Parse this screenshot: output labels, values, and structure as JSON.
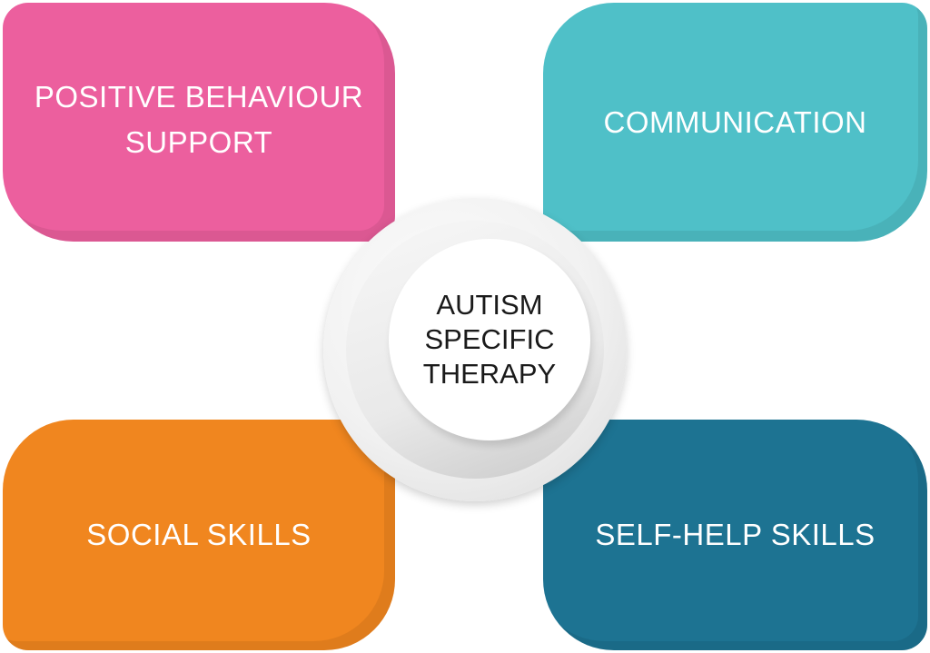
{
  "diagram": {
    "center": {
      "lines": [
        "AUTISM",
        "SPECIFIC",
        "THERAPY"
      ]
    },
    "cards": [
      {
        "id": "positive-behaviour-support",
        "lines": [
          "POSITIVE BEHAVIOUR",
          "SUPPORT"
        ],
        "color": "#EC5F9E"
      },
      {
        "id": "communication",
        "lines": [
          "COMMUNICATION"
        ],
        "color": "#4FC0C8"
      },
      {
        "id": "social-skills",
        "lines": [
          "SOCIAL SKILLS"
        ],
        "color": "#F0861F"
      },
      {
        "id": "self-help-skills",
        "lines": [
          "SELF-HELP SKILLS"
        ],
        "color": "#1D7392"
      }
    ],
    "hub_colors": {
      "ring": "#E6E6E6",
      "inner": "#FFFFFF",
      "text": "#1A1A1A"
    }
  }
}
